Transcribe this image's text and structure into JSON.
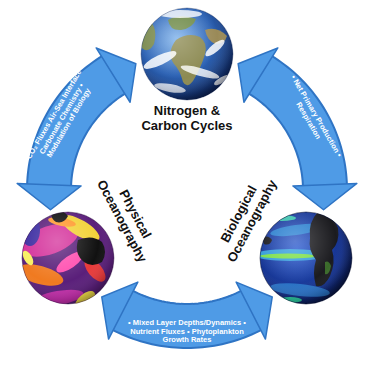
{
  "diagram": {
    "nodes": [
      {
        "text": [
          "Nitrogen & Carbon Cycles"
        ]
      },
      {
        "text": [
          "Physical Oceanography"
        ]
      },
      {
        "text": [
          "Biological Oceanography"
        ]
      }
    ],
    "edges": [
      {
        "from": 1,
        "to": 0,
        "arrow": "both",
        "label": "• CO₂ Fluxes Air-Sea Interface • Carbonate Chemistry • Modulation of Biology"
      },
      {
        "from": 0,
        "to": 2,
        "arrow": "both",
        "label": "• Net Primary Production • Respiration"
      },
      {
        "from": 2,
        "to": 1,
        "arrow": "both",
        "label": "• Mixed Layer Depths/Dynamics • Nutrient Fluxes • Phytoplankton Growth Rates"
      }
    ]
  }
}
